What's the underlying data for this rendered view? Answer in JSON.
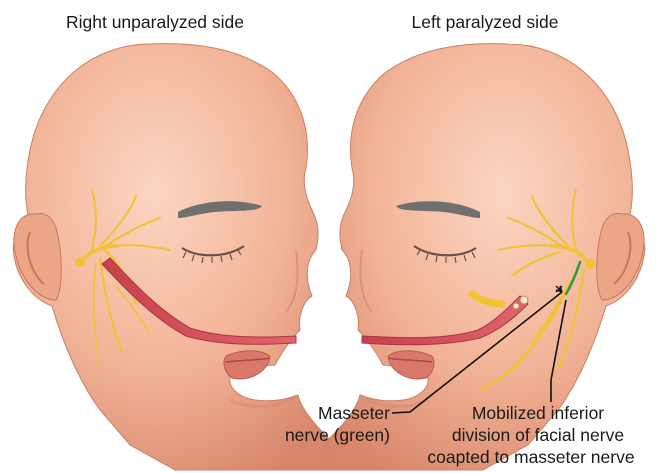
{
  "titles": {
    "left_panel": "Right unparalyzed side",
    "right_panel": "Left paralyzed side"
  },
  "labels": {
    "masseter_line1": "Masseter",
    "masseter_line2": "nerve (green)",
    "mobilized_line1": "Mobilized inferior",
    "mobilized_line2": "division of facial nerve",
    "mobilized_line3": "coapted to masseter nerve"
  },
  "colors": {
    "skin": "#f2b79a",
    "skin_shadow": "#d98f74",
    "skin_highlight": "#fbd9c6",
    "facial_nerve": "#f2c230",
    "masseter_nerve": "#2e9a3a",
    "muscle_graft": "#d9535e",
    "eyebrow": "#6f6f6f",
    "lips": "#d97c6e"
  }
}
